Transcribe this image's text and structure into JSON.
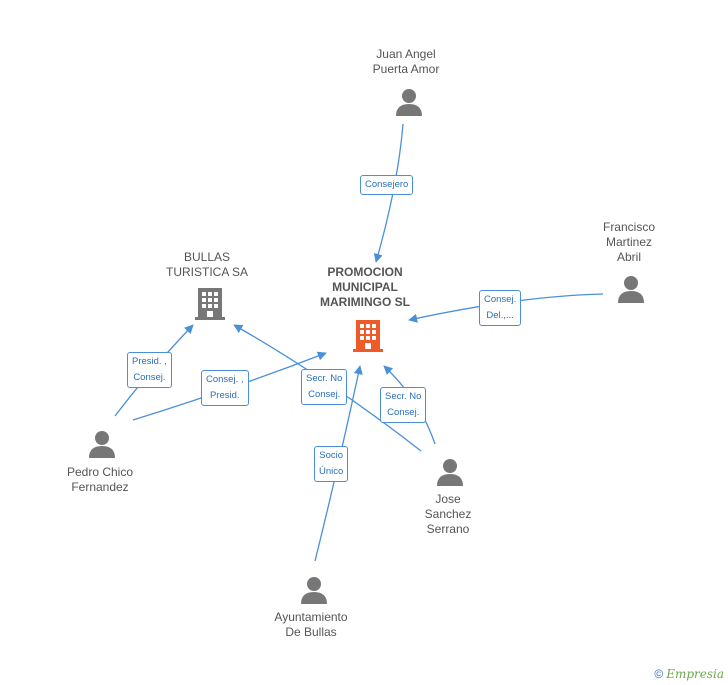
{
  "nodes": {
    "main": {
      "label": "PROMOCION\nMUNICIPAL\nMARIMINGO SL",
      "type": "company",
      "color": "#f05a28"
    },
    "bullas": {
      "label": "BULLAS\nTURISTICA SA",
      "type": "company",
      "color": "#777777"
    },
    "juan": {
      "label": "Juan Angel\nPuerta Amor",
      "type": "person"
    },
    "francisco": {
      "label": "Francisco\nMartinez\nAbril",
      "type": "person"
    },
    "pedro": {
      "label": "Pedro Chico\nFernandez",
      "type": "person"
    },
    "jose": {
      "label": "Jose\nSanchez\nSerrano",
      "type": "person"
    },
    "ayuntamiento": {
      "label": "Ayuntamiento\nDe Bullas",
      "type": "person"
    }
  },
  "edges": [
    {
      "label": "Consejero"
    },
    {
      "label": "Consej.\nDel.,..."
    },
    {
      "label": "Presid. ,\nConsej."
    },
    {
      "label": "Consej. ,\nPresid."
    },
    {
      "label": "Secr.  No\nConsej."
    },
    {
      "label": "Secr.  No\nConsej."
    },
    {
      "label": "Socio\nÚnico"
    }
  ],
  "colors": {
    "edge": "#4a90d9",
    "person_icon": "#777777"
  },
  "footer": {
    "copyright": "©",
    "brand": "Empresia"
  }
}
